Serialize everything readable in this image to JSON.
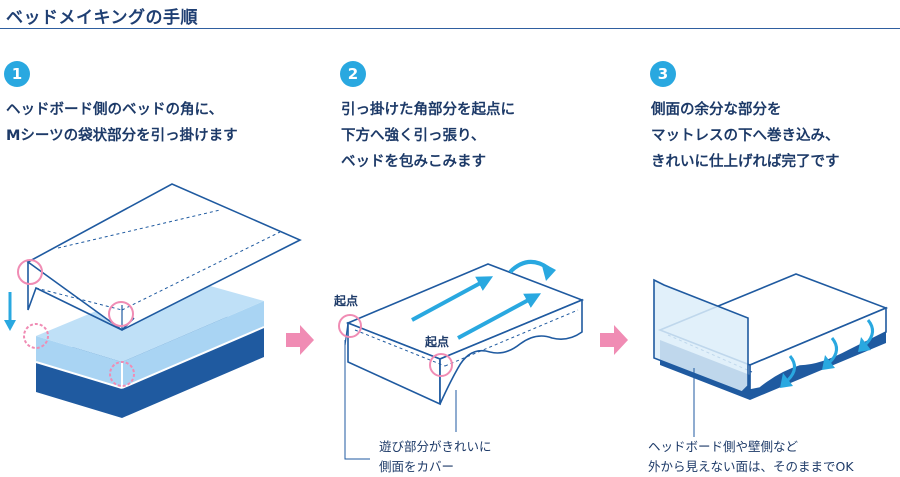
{
  "title": "ベッドメイキングの手順",
  "steps": [
    {
      "number": "1",
      "lines": [
        "ヘッドボード側のベッドの角に、",
        "Mシーツの袋状部分を引っ掛けます"
      ]
    },
    {
      "number": "2",
      "lines": [
        "引っ掛けた角部分を起点に",
        "下方へ強く引っ張り、",
        "ベッドを包みこみます"
      ]
    },
    {
      "number": "3",
      "lines": [
        "側面の余分な部分を",
        "マットレスの下へ巻き込み、",
        "きれいに仕上げれば完了です"
      ]
    }
  ],
  "labels": {
    "origin_left": "起点",
    "origin_center": "起点"
  },
  "notes": {
    "step2": [
      "遊び部分がきれいに",
      "側面をカバー"
    ],
    "step3": [
      "ヘッドボード側や壁側など",
      "外から見えない面は、そのままでOK"
    ]
  },
  "colors": {
    "navy": "#1f5aa0",
    "light_blue": "#a9d4f3",
    "cyan": "#29a8e0",
    "pink": "#f08cb4",
    "headboard": "#dcedf9"
  },
  "icons": [
    "down-arrow-icon",
    "pink-right-arrow-icon",
    "pull-arrow-icon",
    "curved-arrow-icon",
    "corner-circle-icon"
  ]
}
